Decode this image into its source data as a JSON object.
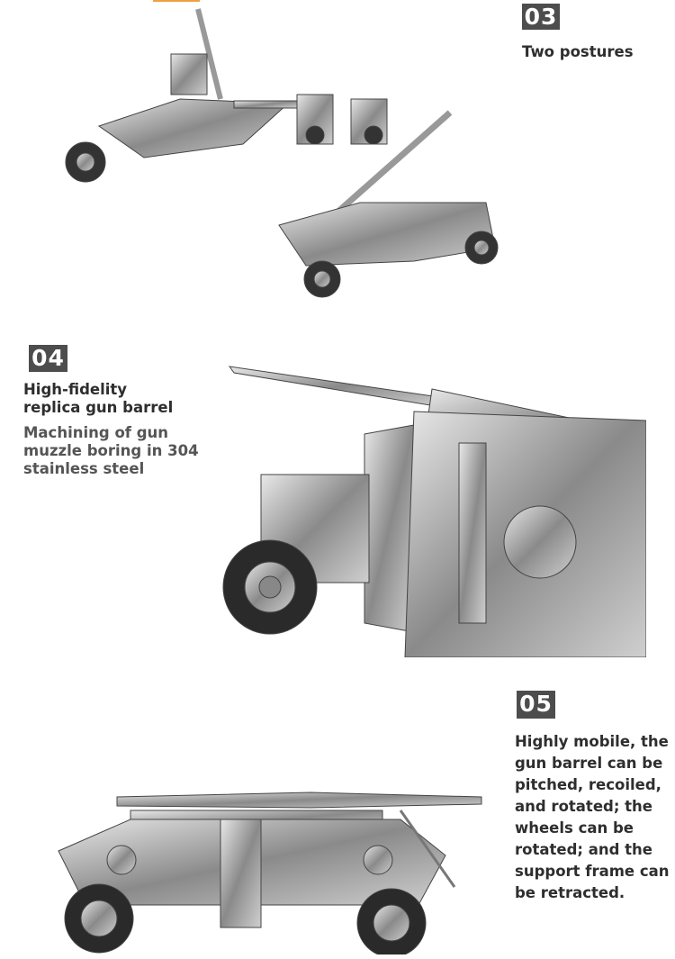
{
  "sections": [
    {
      "number": "03",
      "title": "Two postures"
    },
    {
      "number": "04",
      "title": "High-fidelity replica gun barrel",
      "subtitle": "Machining of gun muzzle boring in 304 stainless steel"
    },
    {
      "number": "05",
      "description": "Highly mobile, the gun barrel can be pitched, recoiled, and rotated; the wheels can be rotated; and the support frame can be retracted."
    }
  ],
  "colors": {
    "badge": "#4d4d4d",
    "text": "#2e2e2e",
    "accent": "#f0a040"
  }
}
